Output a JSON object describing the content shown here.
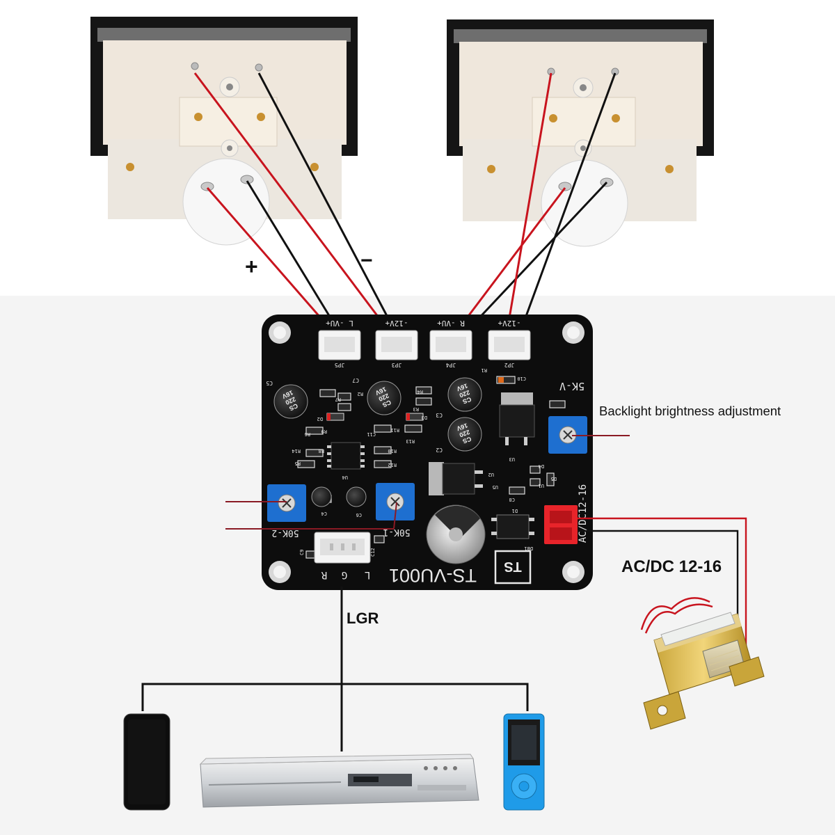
{
  "labels": {
    "plus": "+",
    "minus": "−",
    "backlight": "Backlight brightness adjustment",
    "power": "AC/DC 12-16",
    "lgr": "LGR"
  },
  "board": {
    "model": "TS-VU001",
    "logo": "TS",
    "power_label": "AC/DC12-16",
    "pot_label_right": "5K-V",
    "pot_label_left": "50K-2",
    "pot_label_mid": "50K-1",
    "connectors": [
      {
        "pins": "L -VU+",
        "ref": "JP5"
      },
      {
        "pins": "-12V+",
        "ref": "JP3"
      },
      {
        "pins": "R -VU+",
        "ref": "JP4"
      },
      {
        "pins": "-12V+",
        "ref": "JP2"
      }
    ],
    "audio_pins": [
      "L",
      "G",
      "R"
    ],
    "caps": [
      {
        "lines": [
          "CS",
          "220",
          "16V"
        ],
        "ref": "C5"
      },
      {
        "lines": [
          "CS",
          "220",
          "16V"
        ],
        "ref": "C7"
      },
      {
        "lines": [
          "CS",
          "220",
          "16V"
        ],
        "ref": "C3"
      },
      {
        "lines": [
          "CS",
          "220",
          "16V"
        ],
        "ref": "C2"
      }
    ],
    "refs": [
      "R1",
      "C10",
      "R2",
      "R3",
      "R4",
      "R5",
      "R6",
      "R7",
      "R8",
      "R9",
      "R10",
      "R11",
      "R12",
      "R13",
      "R14",
      "C11",
      "C12",
      "C4",
      "C6",
      "C8",
      "C9",
      "D1",
      "D2",
      "D3",
      "D4",
      "D5",
      "U1",
      "U2",
      "U3",
      "U4",
      "U5",
      "DB1"
    ]
  },
  "colors": {
    "wire_red": "#c8141e",
    "wire_black": "#111111",
    "pcb": "#0d0d0d",
    "pot": "#1e6fd0",
    "power_connector": "#e8242a",
    "phone_accent": "#1f9be8"
  },
  "icons": {
    "meter_left": "vu-meter-back-icon",
    "meter_right": "vu-meter-back-icon",
    "transformer": "transformer-icon",
    "phone": "smartphone-icon",
    "dvd": "dvd-player-icon",
    "mp3": "mp3-player-icon"
  }
}
